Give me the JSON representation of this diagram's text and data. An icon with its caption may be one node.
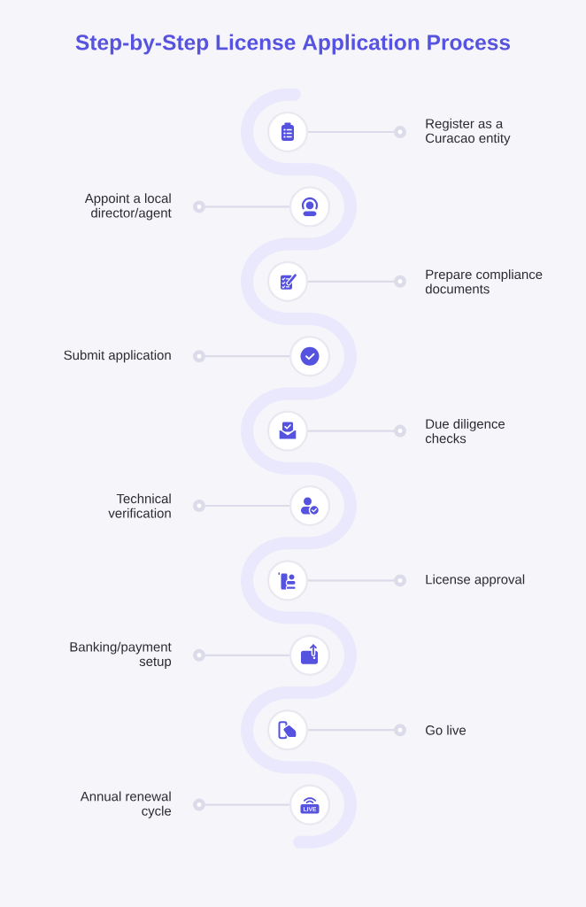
{
  "diagram": {
    "title": "Step-by-Step License Application Process",
    "nodes": [
      {
        "text": [],
        "shape": "circle"
      },
      {
        "text": [],
        "shape": "circle",
        "beside": [
          "Register as a Curacao entity"
        ]
      },
      {
        "text": [],
        "shape": "circle",
        "beside": [
          "Appoint a local director/agent"
        ]
      },
      {
        "text": [],
        "shape": "circle"
      },
      {
        "text": [],
        "shape": "circle"
      },
      {
        "text": [],
        "shape": "circle",
        "beside": [
          "Prepare compliance documents"
        ]
      },
      {
        "text": [],
        "shape": "circle",
        "beside": [
          "Submit application"
        ]
      },
      {
        "text": [],
        "shape": "circle"
      },
      {
        "text": [],
        "shape": "circle"
      },
      {
        "text": [],
        "shape": "circle",
        "beside": [
          "Due diligence checks"
        ]
      },
      {
        "text": [],
        "shape": "circle",
        "beside": [
          "Technical verification"
        ]
      },
      {
        "text": [],
        "shape": "circle"
      },
      {
        "text": [],
        "shape": "circle"
      },
      {
        "text": [],
        "shape": "circle",
        "beside": [
          "License approval"
        ]
      },
      {
        "text": [],
        "shape": "circle",
        "beside": [
          "Banking/payment setup"
        ]
      },
      {
        "text": [],
        "shape": "circle"
      },
      {
        "text": [],
        "shape": "circle"
      },
      {
        "text": [],
        "shape": "circle",
        "beside": [
          "Go live"
        ]
      },
      {
        "text": [],
        "shape": "circle",
        "beside": [
          "Annual renewal cycle"
        ]
      },
      {
        "text": [],
        "shape": "circle"
      }
    ],
    "edges": [
      {
        "from": 0,
        "to": 1,
        "arrow": "none"
      },
      {
        "from": 3,
        "to": 2,
        "arrow": "none"
      },
      {
        "from": 4,
        "to": 5,
        "arrow": "none"
      },
      {
        "from": 7,
        "to": 6,
        "arrow": "none"
      },
      {
        "from": 8,
        "to": 9,
        "arrow": "none"
      },
      {
        "from": 11,
        "to": 10,
        "arrow": "none"
      },
      {
        "from": 12,
        "to": 13,
        "arrow": "none"
      },
      {
        "from": 15,
        "to": 14,
        "arrow": "none"
      },
      {
        "from": 16,
        "to": 17,
        "arrow": "none"
      },
      {
        "from": 19,
        "to": 18,
        "arrow": "none"
      }
    ],
    "labels": [
      "LIVE"
    ]
  }
}
